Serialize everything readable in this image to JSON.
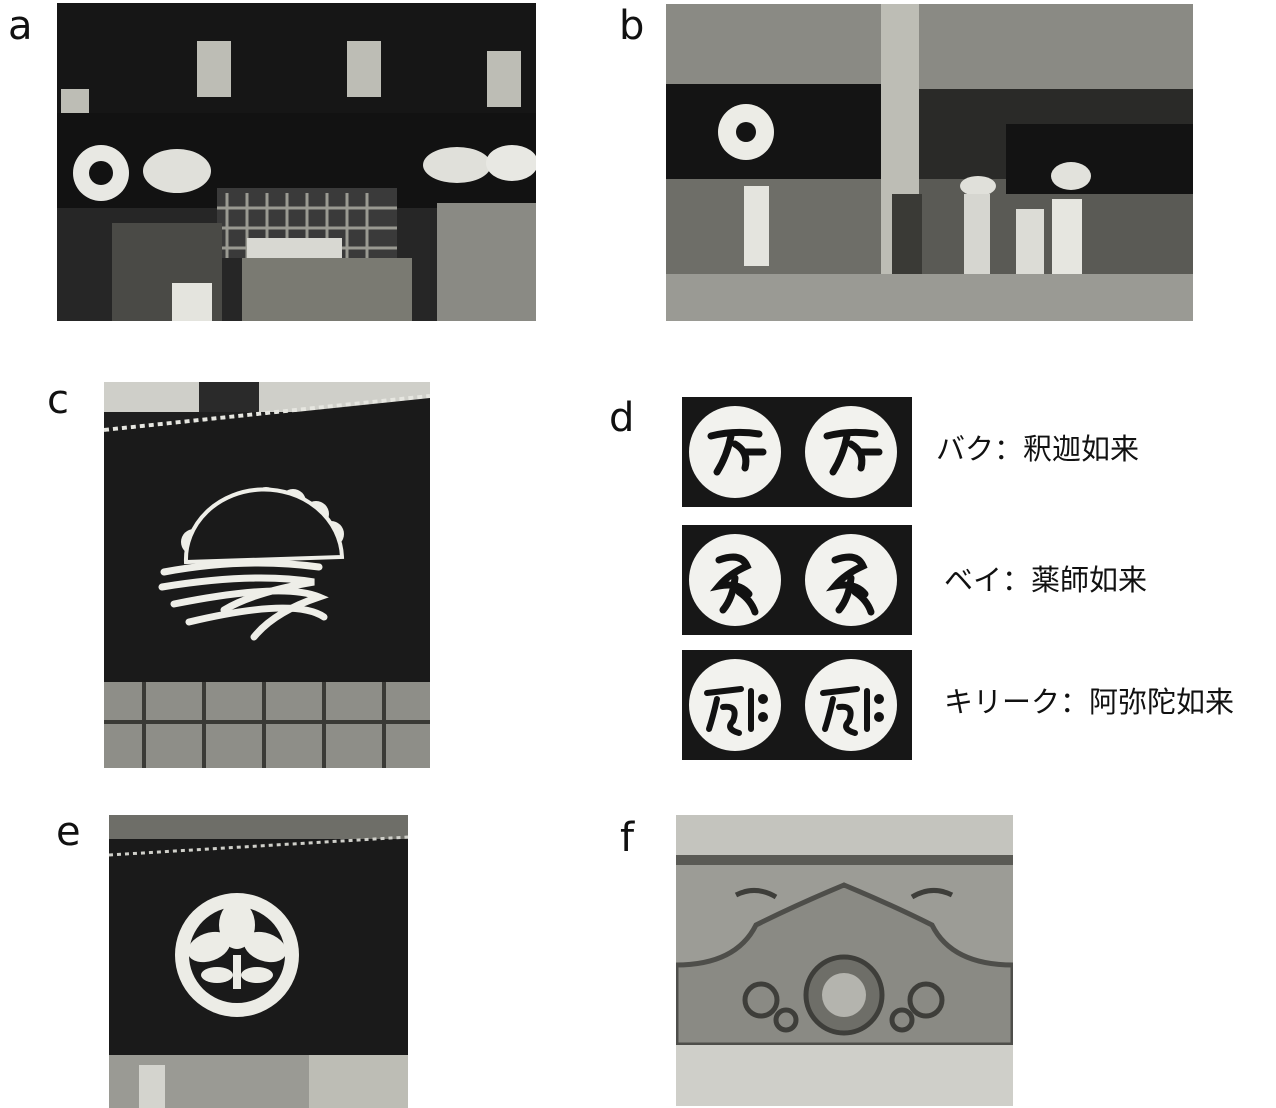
{
  "panels": {
    "a": {
      "letter": "a"
    },
    "b": {
      "letter": "b"
    },
    "c": {
      "letter": "c"
    },
    "d": {
      "letter": "d",
      "rows": [
        {
          "caption": "バク：釈迦如来"
        },
        {
          "caption": "ベイ：薬師如来"
        },
        {
          "caption": "キリーク：阿弥陀如来"
        }
      ]
    },
    "e": {
      "letter": "e"
    },
    "f": {
      "letter": "f"
    }
  },
  "colors": {
    "cloth": "#1c1c1c",
    "emblem": "#f2f2ee",
    "wood": "#7a7a72"
  }
}
